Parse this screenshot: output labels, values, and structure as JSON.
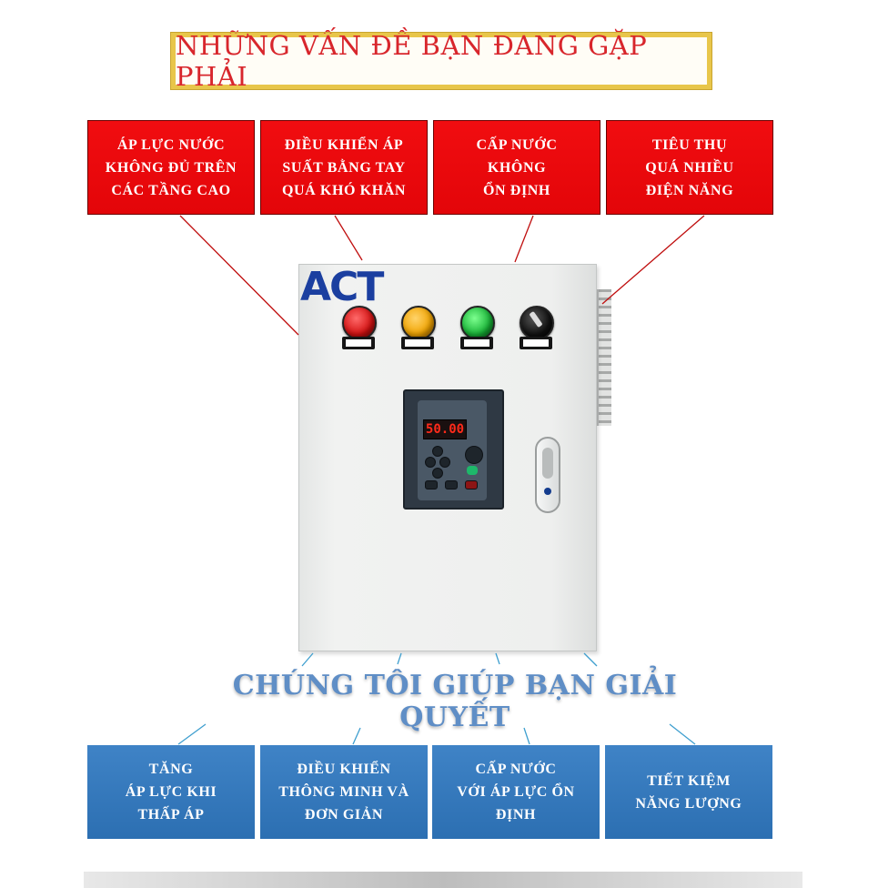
{
  "title": "NHỮNG VẤN ĐỀ BẠN ĐANG GẶP PHẢI",
  "problems": [
    "ÁP LỰC NƯỚC\nKHÔNG ĐỦ TRÊN\nCÁC TẦNG CAO",
    "ĐIỀU KHIỂN ÁP\nSUẤT BẰNG TAY\nQUÁ KHÓ KHĂN",
    "CẤP NƯỚC\nKHÔNG\nỔN ĐỊNH",
    "TIÊU THỤ\nQUÁ NHIỀU\nĐIỆN NĂNG"
  ],
  "subtitle": "CHÚNG TÔI GIÚP BẠN GIẢI QUYẾT",
  "solutions": [
    "TĂNG\nÁP LỰC KHI\nTHẤP ÁP",
    "ĐIỀU KHIỂN\nTHÔNG MINH VÀ\nĐƠN GIẢN",
    "CẤP NƯỚC\nVỚI ÁP LỰC ỔN\nĐỊNH",
    "TIẾT KIỆM\nNĂNG LƯỢNG"
  ],
  "cabinet": {
    "logo": "ACT",
    "vfd_display": "50.00",
    "lamps": [
      {
        "name": "red-lamp",
        "color": "#e01b1b"
      },
      {
        "name": "yellow-lamp",
        "color": "#f2a900"
      },
      {
        "name": "green-lamp",
        "color": "#19b13a"
      },
      {
        "name": "selector-switch",
        "color": "#111111"
      }
    ]
  },
  "colors": {
    "problem_box": "#e90709",
    "solution_box": "#3579bd",
    "title_text": "#d8262c",
    "title_border": "#e8c64a",
    "subtitle_text": "#5f8ec6",
    "connector_line": "#bf0d0d",
    "solution_line": "#3f9fcf"
  }
}
